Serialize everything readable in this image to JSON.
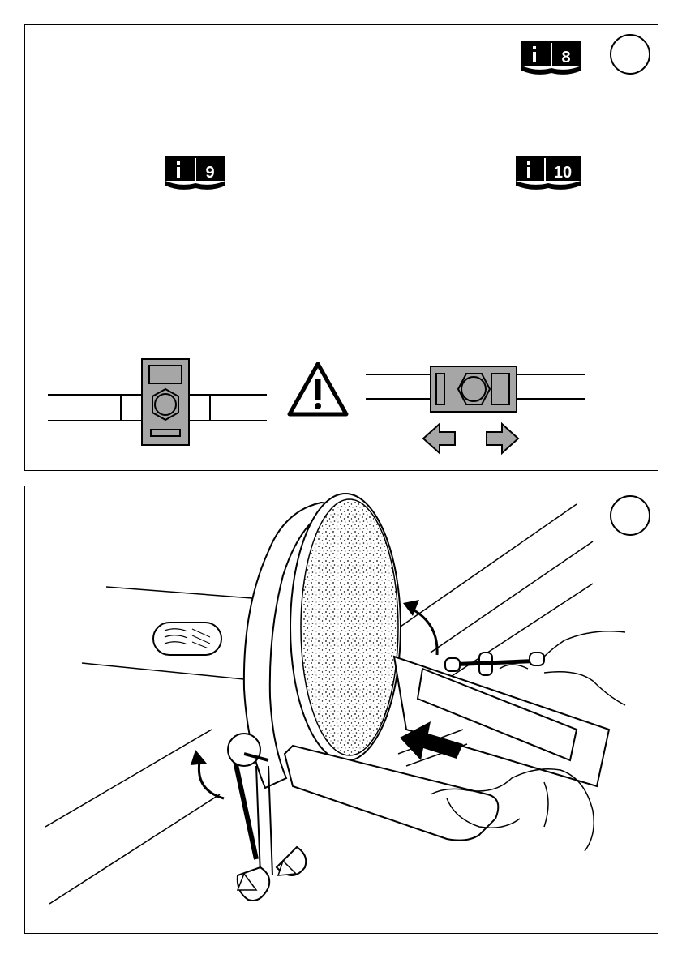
{
  "figure_top": {
    "step_badge": {
      "icon": "circle-badge-icon",
      "text": ""
    },
    "manual_refs": [
      {
        "page": "8",
        "icon": "manual-book-icon"
      },
      {
        "page": "9",
        "icon": "manual-book-icon"
      },
      {
        "page": "10",
        "icon": "manual-book-icon"
      }
    ],
    "warning_icon": "warning-triangle-icon",
    "colors": {
      "block_fill": "#a6a6a6",
      "line": "#000000",
      "paper": "#ffffff"
    }
  },
  "figure_bottom": {
    "step_badge": {
      "icon": "circle-badge-icon",
      "text": ""
    },
    "icons": [
      "rotate-arrow-icon",
      "push-arrow-icon",
      "grinding-wheel-icon",
      "hand-icon"
    ]
  }
}
